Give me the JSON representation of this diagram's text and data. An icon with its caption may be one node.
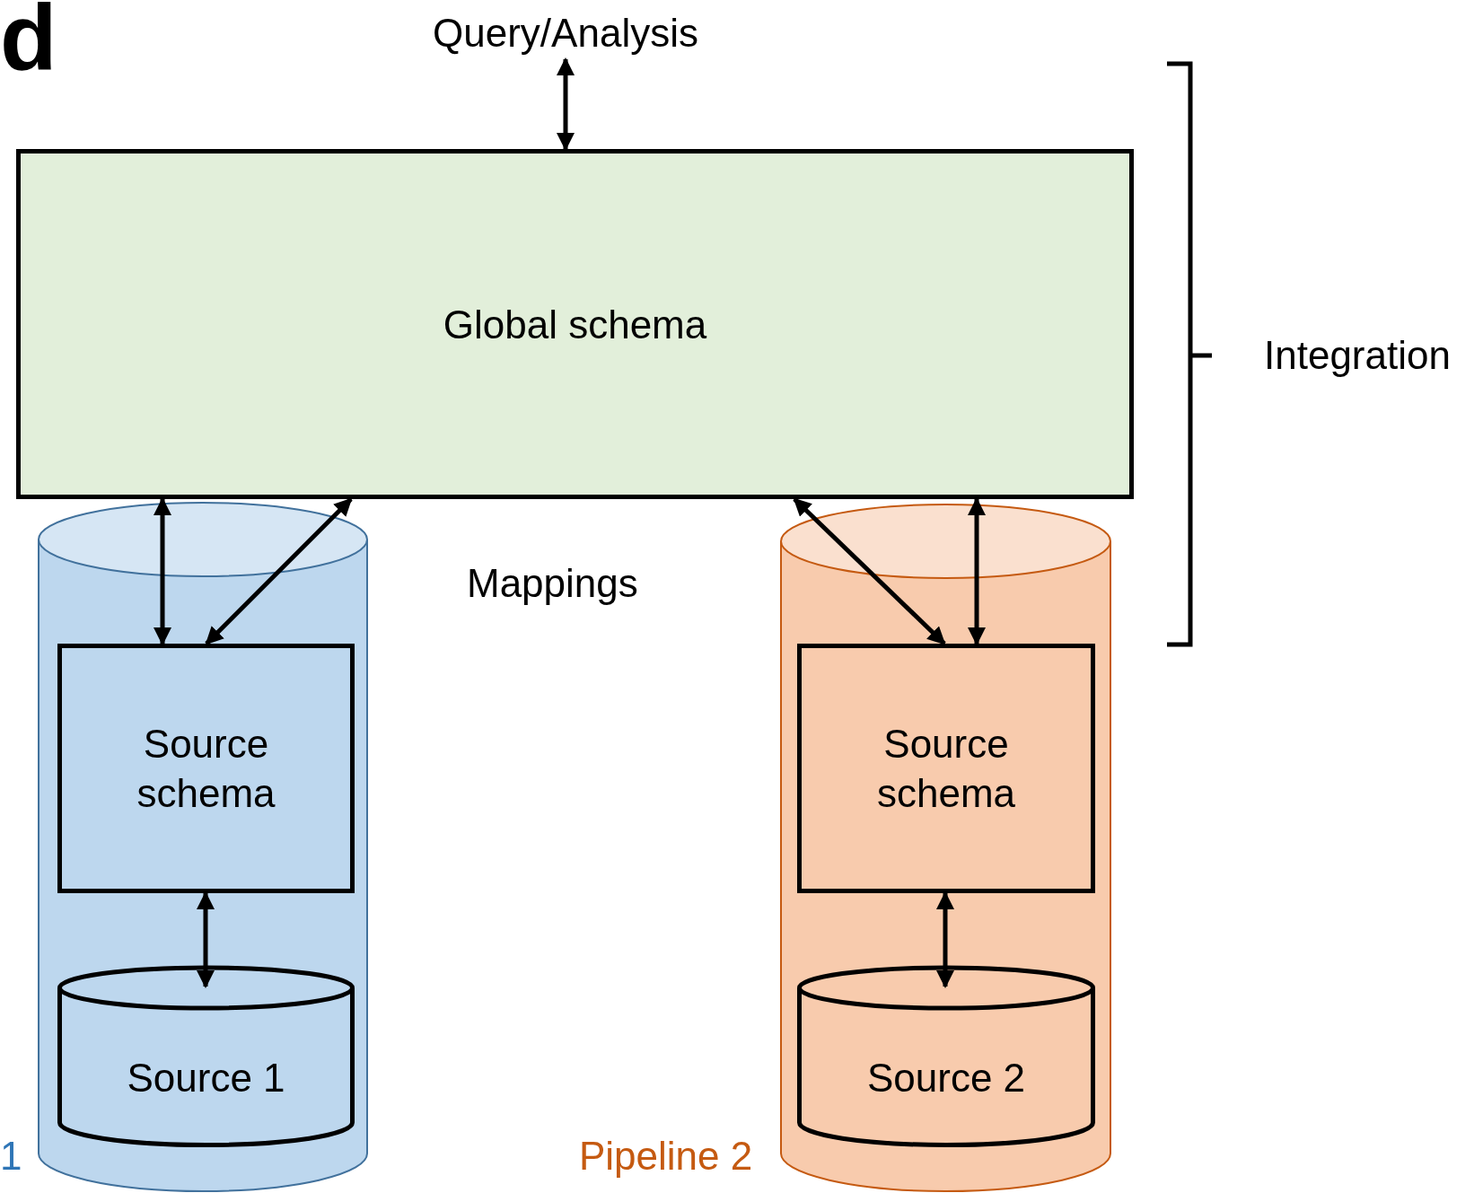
{
  "diagram": {
    "nodes": [
      {
        "text": [
          "Query/Analysis"
        ]
      },
      {
        "text": [
          "Global schema"
        ]
      },
      {
        "text": [],
        "shape": "cylinder",
        "beside": [
          "1"
        ]
      },
      {
        "text": [
          "Source schema"
        ],
        "in": 2
      },
      {
        "text": [
          "Source 1"
        ],
        "in": 2
      },
      {
        "text": [],
        "shape": "cylinder",
        "beside": [
          "Pipeline 2"
        ]
      },
      {
        "text": [
          "Source schema"
        ],
        "in": 5
      },
      {
        "text": [
          "Source 2"
        ],
        "in": 5
      }
    ],
    "edges": [
      {
        "from": 0,
        "to": 1,
        "arrow": "both"
      },
      {
        "from": 1,
        "to": 3,
        "arrow": "both"
      },
      {
        "from": 1,
        "to": 3,
        "arrow": "both"
      },
      {
        "from": 1,
        "to": 6,
        "arrow": "both"
      },
      {
        "from": 1,
        "to": 6,
        "arrow": "both"
      },
      {
        "from": 3,
        "to": 4,
        "arrow": "both"
      },
      {
        "from": 6,
        "to": 7,
        "arrow": "both"
      }
    ],
    "labels": [
      "d",
      "Mappings",
      "Integration"
    ]
  }
}
